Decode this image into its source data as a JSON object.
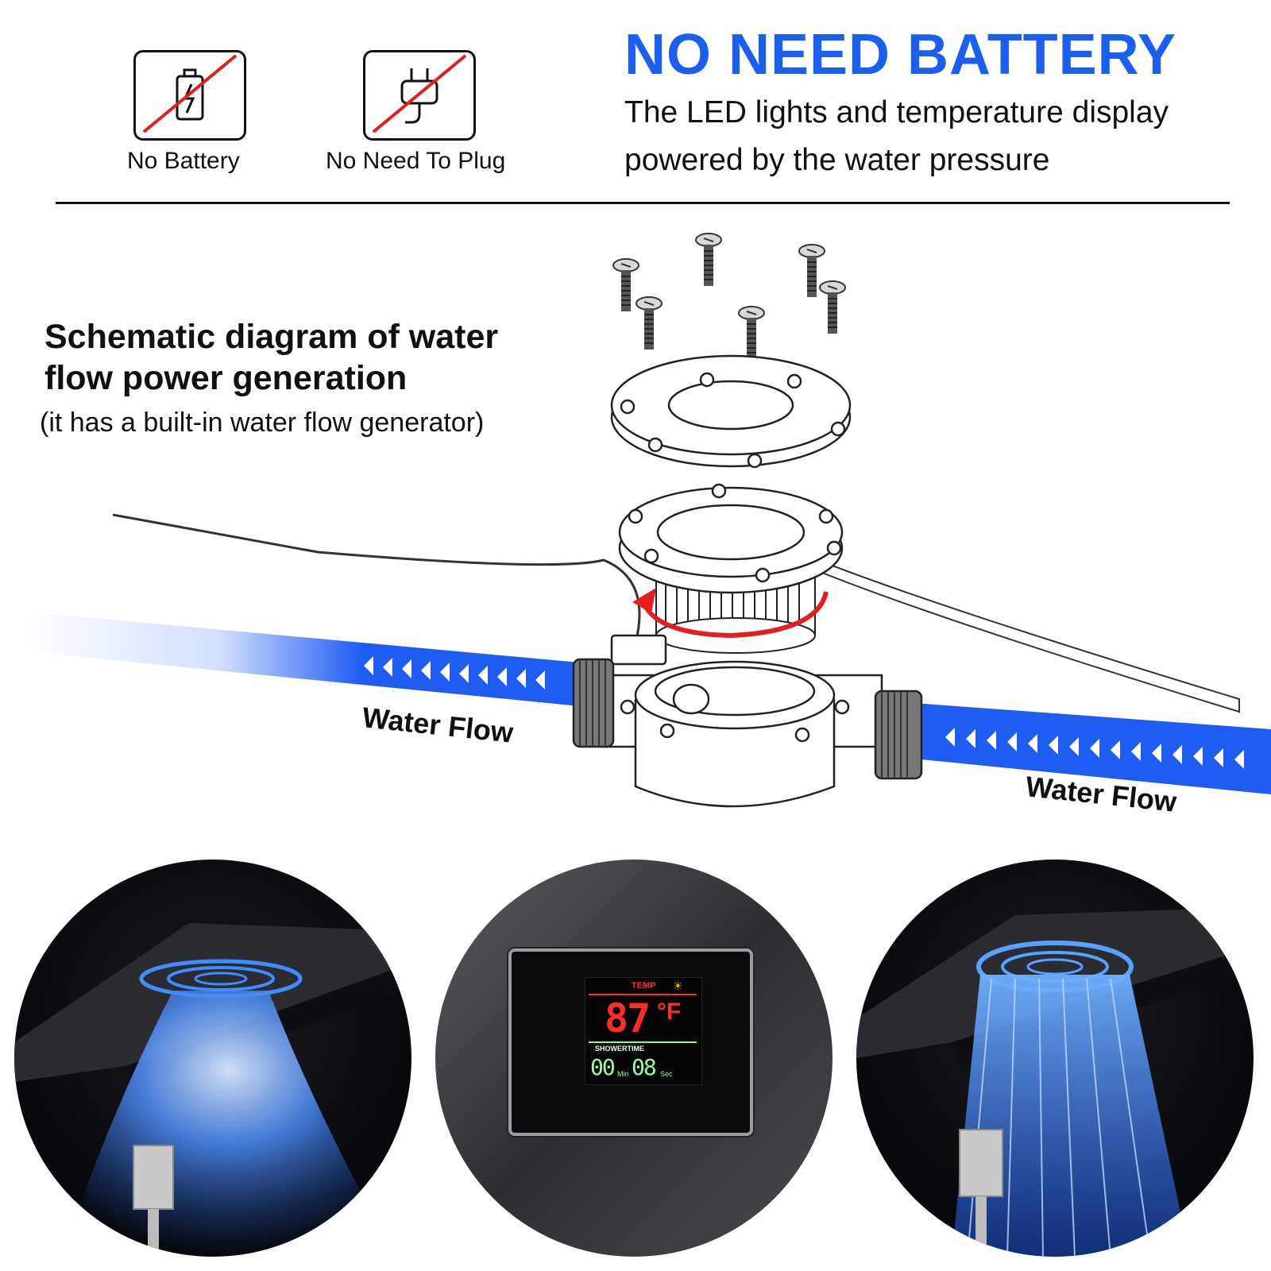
{
  "features": [
    {
      "label": "No Battery",
      "icon": "no-battery-icon"
    },
    {
      "label": "No Need To Plug",
      "icon": "no-plug-icon"
    }
  ],
  "headline": {
    "title": "NO NEED BATTERY",
    "line1": "The LED lights and temperature display",
    "line2": "powered by the water pressure"
  },
  "schematic": {
    "title_line1": "Schematic diagram of water",
    "title_line2": "flow power generation",
    "subtitle": "(it has a built-in water flow generator)",
    "flow_label_left": "Water Flow",
    "flow_label_right": "Water Flow"
  },
  "display": {
    "temp_label": "TEMP",
    "temperature": "87",
    "unit": "°F",
    "showertime_label": "SHOWERTIME",
    "minutes": "00",
    "min_label": "Min",
    "seconds": "08",
    "sec_label": "Sec"
  },
  "colors": {
    "headline_blue": "#1a5ff0",
    "flow_blue": "#1e5cf2",
    "arrow_red": "#e41e1e",
    "led_red": "#ff2a2a",
    "led_green": "#9aff9a"
  }
}
